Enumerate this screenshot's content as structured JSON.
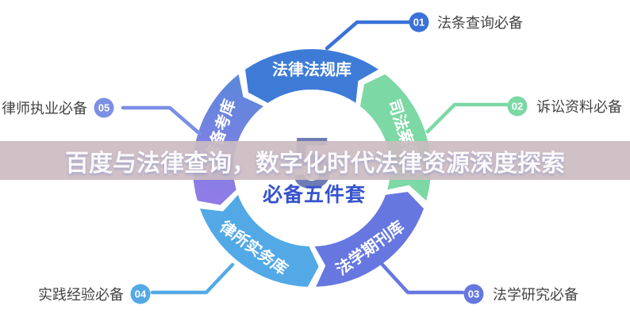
{
  "banner": {
    "text": "百度与法律查询，数字化时代法律资源深度探索",
    "bg_color": "#CBBCC1",
    "text_color": "#FBF8F9"
  },
  "diagram": {
    "center_number": "5",
    "center_label": "必备五件套",
    "center_number_color": "#6E7CB4",
    "center_label_color": "#3653CD",
    "segments": [
      {
        "id": "laws",
        "label": "法律法规库",
        "color": "#3E7BD7",
        "a1": -34,
        "a2": 34
      },
      {
        "id": "cases",
        "label": "司法案例库",
        "color": "#7CD8A4",
        "a1": 38,
        "a2": 106
      },
      {
        "id": "journals",
        "label": "法学期刊库",
        "color": "#6677E0",
        "a1": 110,
        "a2": 178
      },
      {
        "id": "practice",
        "label": "律所实务库",
        "color": "#52A9E6",
        "a1": 182,
        "a2": 250
      },
      {
        "id": "training",
        "label": "进修备考库",
        "color": "#5E87DB",
        "color2": "#8F7CE6",
        "a1": 254,
        "a2": 322
      }
    ]
  },
  "callouts": [
    {
      "num": "01",
      "label": "法条查询必备",
      "color": "#3B72D9"
    },
    {
      "num": "02",
      "label": "诉讼资料必备",
      "color": "#7CD8A4"
    },
    {
      "num": "03",
      "label": "法学研究必备",
      "color": "#6677E0"
    },
    {
      "num": "04",
      "label": "实践经验必备",
      "color": "#52A9E6"
    },
    {
      "num": "05",
      "label": "律师执业必备",
      "color": "#7B8FE5"
    }
  ]
}
